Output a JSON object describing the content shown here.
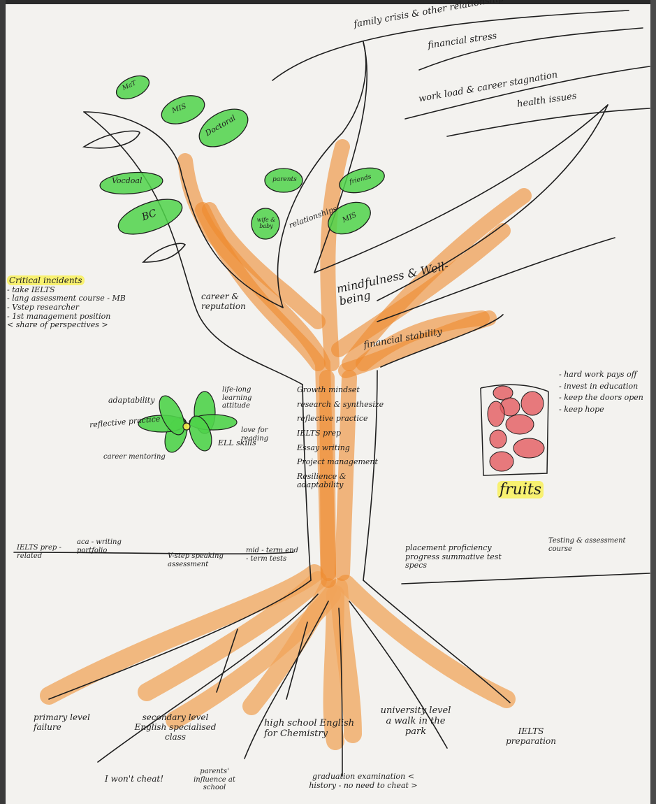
{
  "branches": {
    "family": "family crisis & other relationship",
    "financial": "financial stress",
    "workload": "work load & career stagnation",
    "health": "health issues",
    "career": "career & reputation",
    "relationships": "relationships",
    "mindfulness": "mindfulness & Well-being",
    "financial_stability": "financial stability"
  },
  "leaves": [
    "MaT",
    "MIS",
    "Doctoral",
    "Vocdoal",
    "BC",
    "parents",
    "friends",
    "MIS",
    "wife & baby"
  ],
  "critical_incidents": {
    "title": "Critical incidents",
    "items": [
      "- take IELTS",
      "- lang assessment course - MB",
      "- Vstep researcher",
      "- 1st management position",
      "< share of perspectives >"
    ]
  },
  "flower": {
    "labels": [
      "adaptability",
      "life-long learning attitude",
      "reflective practice",
      "love for reading",
      "ELL skills",
      "career mentoring"
    ]
  },
  "trunk": [
    "Growth mindset",
    "research & synthesize",
    "reflective practice",
    "IELTS prep",
    "Essay writing",
    "Project management",
    "Resilience & adaptability"
  ],
  "fruits": {
    "title": "fruits",
    "items": [
      "- hard work pays off",
      "- invest in education",
      "- keep the doors open",
      "- keep hope"
    ]
  },
  "ground": {
    "left": [
      "IELTS prep - related",
      "aca - writing portfolio",
      "V-step speaking assessment",
      "mid - term end - term tests"
    ],
    "right": [
      "placement proficiency progress summative test specs",
      "Testing & assessment course"
    ]
  },
  "roots": [
    "primary level failure",
    "secondary level English specialised class",
    "high school English for Chemistry",
    "university level a walk in the park",
    "IELTS preparation",
    "I won't cheat!",
    "parents' influence at school",
    "graduation examination < history - no need to cheat >"
  ],
  "colors": {
    "ink": "#1e1e1e",
    "leaf_green": "#4fd34a",
    "trunk_orange": "#ef8a2e",
    "root_orange": "#f0a45a",
    "fruit_red": "#e35a5f",
    "highlight_yellow": "#f6ec4b",
    "paper": "#f3f2ef"
  }
}
